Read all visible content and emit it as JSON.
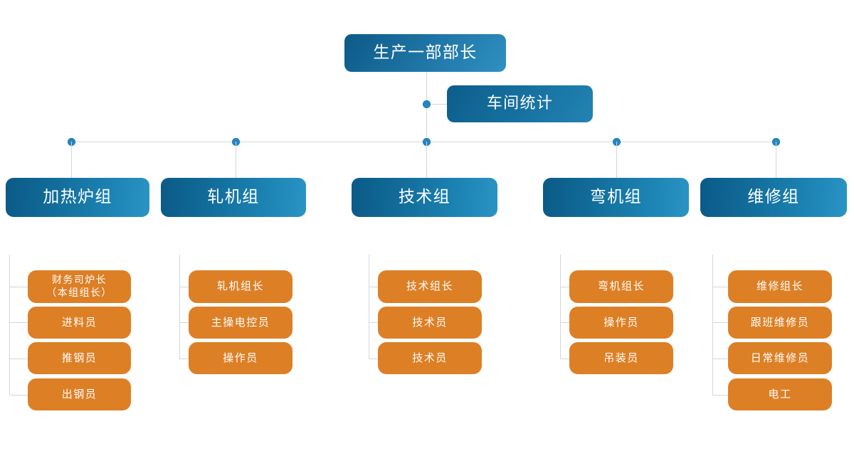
{
  "diagram": {
    "title_node": {
      "label": "生产一部部长"
    },
    "staff_node": {
      "label": "车间统计"
    },
    "accent_blue": "#2585c0",
    "group_blue_dark": "#0b5a87",
    "group_blue_light": "#2a94c4",
    "leaf_orange": "#dd7f25",
    "connector_gray": "#d4d6d8",
    "groups": [
      {
        "label": "加热炉组",
        "members": [
          {
            "label": "财务司炉长\n（本组组长）",
            "lines": 2
          },
          {
            "label": "进料员",
            "lines": 1
          },
          {
            "label": "推钢员",
            "lines": 1
          },
          {
            "label": "出钢员",
            "lines": 1
          }
        ]
      },
      {
        "label": "轧机组",
        "members": [
          {
            "label": "轧机组长",
            "lines": 1
          },
          {
            "label": "主操电控员",
            "lines": 1
          },
          {
            "label": "操作员",
            "lines": 1
          }
        ]
      },
      {
        "label": "技术组",
        "members": [
          {
            "label": "技术组长",
            "lines": 1
          },
          {
            "label": "技术员",
            "lines": 1
          },
          {
            "label": "技术员",
            "lines": 1
          }
        ]
      },
      {
        "label": "弯机组",
        "members": [
          {
            "label": "弯机组长",
            "lines": 1
          },
          {
            "label": "操作员",
            "lines": 1
          },
          {
            "label": "吊装员",
            "lines": 1
          }
        ]
      },
      {
        "label": "维修组",
        "members": [
          {
            "label": "维修组长",
            "lines": 1
          },
          {
            "label": "跟班维修员",
            "lines": 1
          },
          {
            "label": "日常维修员",
            "lines": 1
          },
          {
            "label": "电工",
            "lines": 1
          }
        ]
      }
    ]
  }
}
